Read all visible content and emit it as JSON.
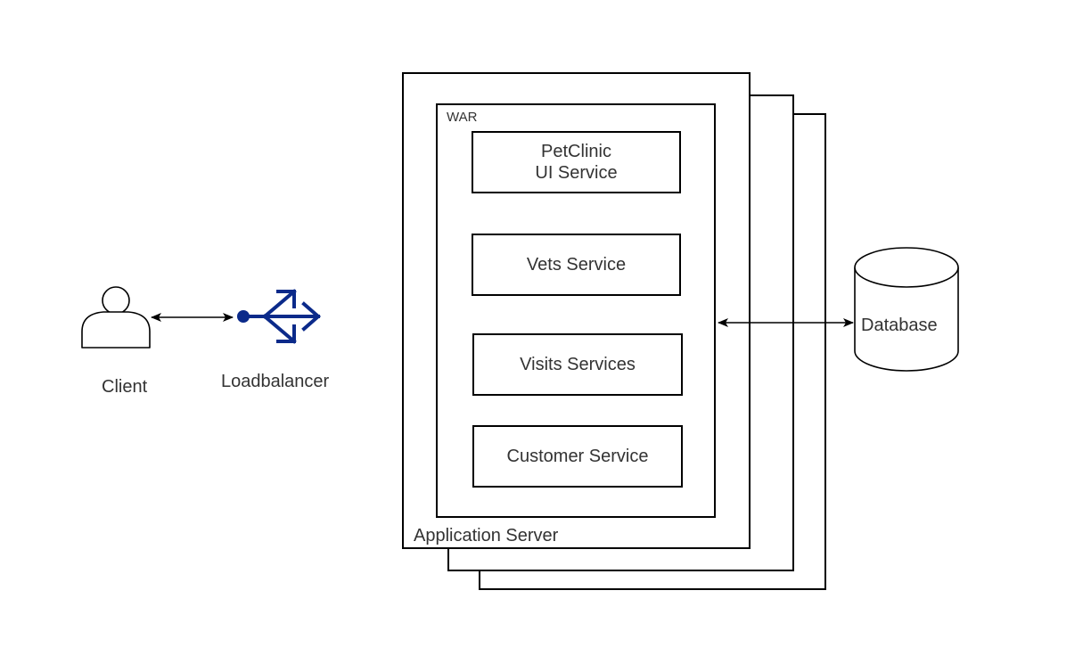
{
  "client": {
    "label": "Client",
    "icon": "user-icon"
  },
  "loadbalancer": {
    "label": "Loadbalancer",
    "icon": "loadbalancer-icon",
    "color": "#0b2a8a"
  },
  "app_server": {
    "label": "Application Server",
    "stack_count": 3
  },
  "war": {
    "label": "WAR",
    "services": [
      {
        "line1": "PetClinic",
        "line2": "UI Service"
      },
      {
        "line1": "Vets Service",
        "line2": ""
      },
      {
        "line1": "Visits Services",
        "line2": ""
      },
      {
        "line1": "Customer Service",
        "line2": ""
      }
    ]
  },
  "database": {
    "label": "Database",
    "icon": "database-icon"
  },
  "connections": [
    {
      "from": "client",
      "to": "loadbalancer",
      "style": "bidirectional-arrow"
    },
    {
      "from": "war",
      "to": "database",
      "style": "bidirectional-arrow"
    }
  ],
  "colors": {
    "stroke": "#000000",
    "text": "#333333",
    "accent": "#0b2a8a"
  }
}
